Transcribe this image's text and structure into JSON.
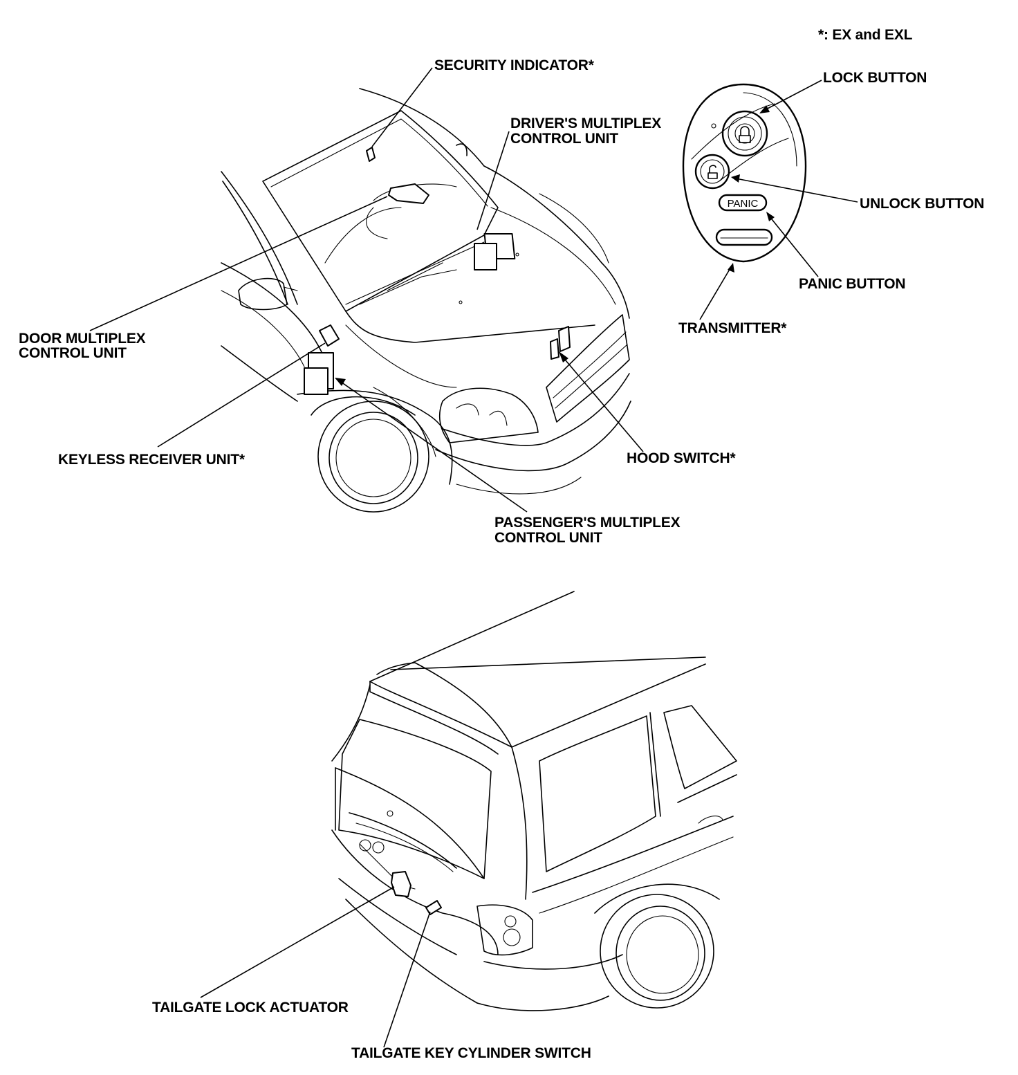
{
  "footnote": "*: EX and EXL",
  "labels": {
    "security_indicator": "SECURITY INDICATOR*",
    "drivers_mpcu_line1": "DRIVER'S MULTIPLEX",
    "drivers_mpcu_line2": "CONTROL UNIT",
    "lock_button": "LOCK BUTTON",
    "unlock_button": "UNLOCK BUTTON",
    "panic_button": "PANIC BUTTON",
    "transmitter": "TRANSMITTER*",
    "door_mpcu_line1": "DOOR MULTIPLEX",
    "door_mpcu_line2": "CONTROL UNIT",
    "keyless_receiver": "KEYLESS RECEIVER UNIT*",
    "hood_switch": "HOOD SWITCH*",
    "passengers_mpcu_line1": "PASSENGER'S MULTIPLEX",
    "passengers_mpcu_line2": "CONTROL UNIT",
    "tailgate_lock_actuator": "TAILGATE LOCK ACTUATOR",
    "tailgate_key_cylinder": "TAILGATE KEY CYLINDER SWITCH"
  },
  "transmitter": {
    "panic_text": "PANIC"
  }
}
